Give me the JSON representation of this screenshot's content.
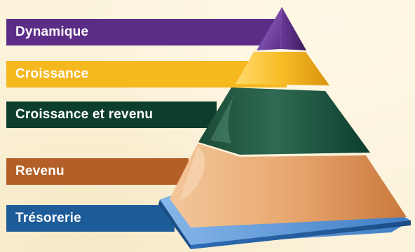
{
  "tiers": [
    {
      "label": "Dynamique",
      "color": "#5c2d86"
    },
    {
      "label": "Croissance",
      "color": "#f6b81f"
    },
    {
      "label": "Croissance et revenu",
      "color": "#0c3d2d"
    },
    {
      "label": "Revenu",
      "color": "#b35f27"
    },
    {
      "label": "Trésorerie",
      "color": "#1e5c99"
    }
  ]
}
